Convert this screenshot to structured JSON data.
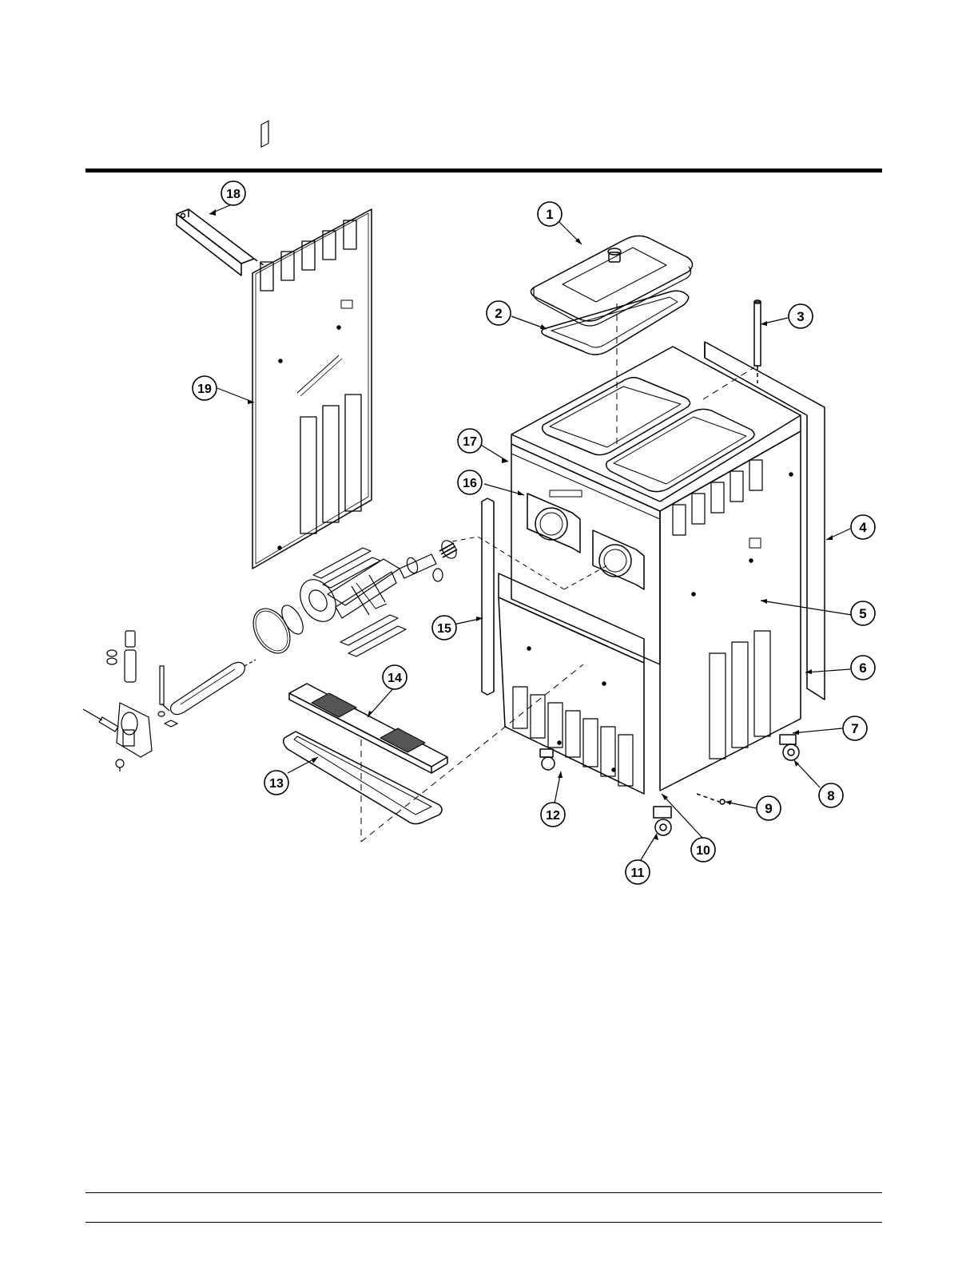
{
  "diagram": {
    "callouts": [
      {
        "label": "1"
      },
      {
        "label": "2"
      },
      {
        "label": "3"
      },
      {
        "label": "4"
      },
      {
        "label": "5"
      },
      {
        "label": "6"
      },
      {
        "label": "7"
      },
      {
        "label": "8"
      },
      {
        "label": "9"
      },
      {
        "label": "10"
      },
      {
        "label": "11"
      },
      {
        "label": "12"
      },
      {
        "label": "13"
      },
      {
        "label": "14"
      },
      {
        "label": "15"
      },
      {
        "label": "16"
      },
      {
        "label": "17"
      },
      {
        "label": "18"
      },
      {
        "label": "19"
      }
    ]
  }
}
